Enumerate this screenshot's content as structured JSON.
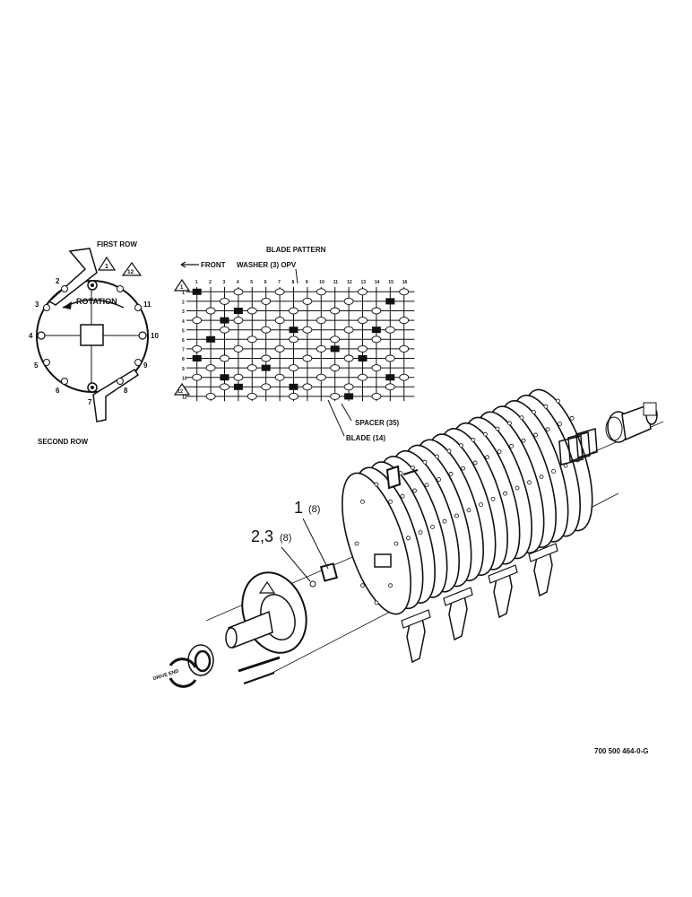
{
  "labels": {
    "first_row": "FIRST ROW",
    "second_row": "SECOND ROW",
    "rotation": "ROTATION",
    "blade_pattern_title": "BLADE PATTERN",
    "front": "FRONT",
    "washer": "WASHER (3) OPV",
    "spacer": "SPACER (35)",
    "blade": "BLADE (14)",
    "drive_end": "DRIVE END",
    "part_number": "700 500 464-0-G",
    "callout_1": "1",
    "callout_1_qty": "(8)",
    "callout_23": "2,3",
    "callout_23_qty": "(8)"
  },
  "circle_numbers": [
    "1",
    "2",
    "3",
    "4",
    "5",
    "6",
    "7",
    "8",
    "9",
    "10",
    "11",
    "12"
  ],
  "warning_marks": [
    "1",
    "12"
  ],
  "grid": {
    "columns": [
      "1",
      "2",
      "3",
      "4",
      "5",
      "6",
      "7",
      "8",
      "9",
      "10",
      "11",
      "12",
      "13",
      "14",
      "15",
      "16"
    ],
    "rows": [
      "1",
      "2",
      "3",
      "4",
      "5",
      "6",
      "7",
      "8",
      "9",
      "10",
      "11",
      "12"
    ],
    "blades": [
      [
        1,
        1
      ],
      [
        3,
        4
      ],
      [
        4,
        3
      ],
      [
        5,
        8
      ],
      [
        6,
        2
      ],
      [
        7,
        11
      ],
      [
        8,
        13
      ],
      [
        9,
        6
      ],
      [
        10,
        15
      ],
      [
        11,
        4
      ],
      [
        11,
        8
      ],
      [
        12,
        12
      ],
      [
        2,
        15
      ],
      [
        5,
        14
      ],
      [
        8,
        1
      ],
      [
        10,
        3
      ]
    ]
  }
}
